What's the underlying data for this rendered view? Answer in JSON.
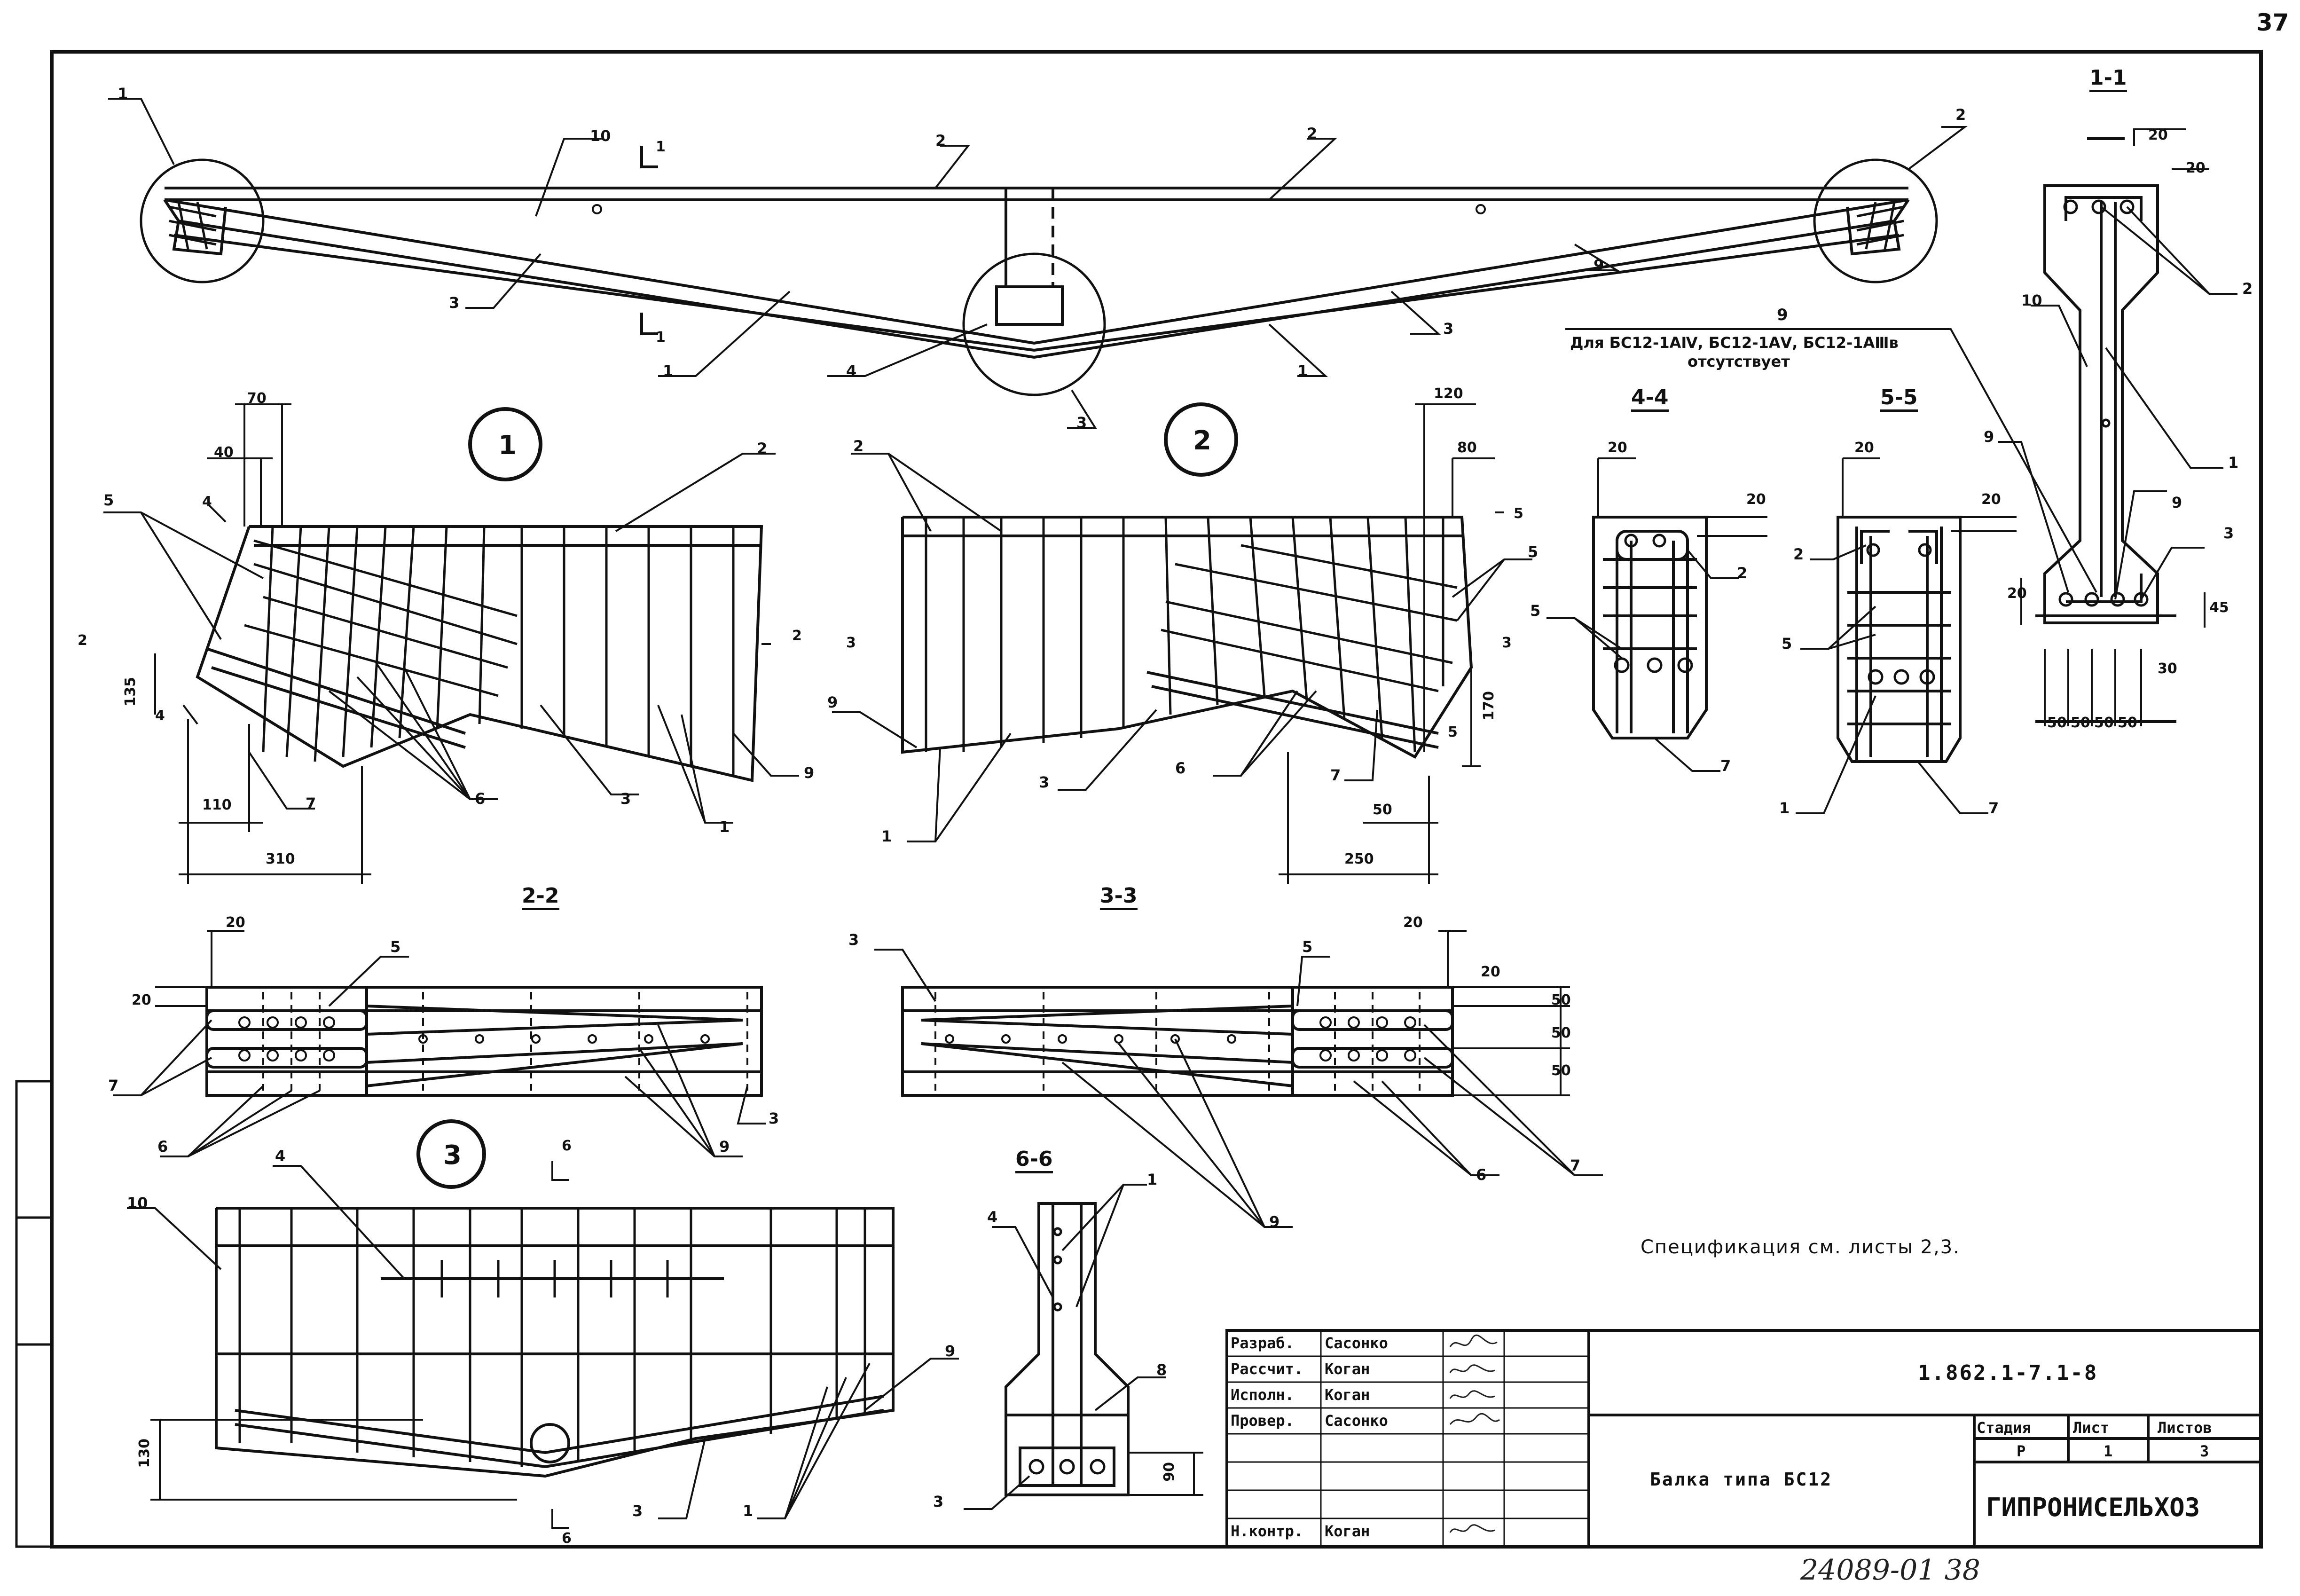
{
  "sheet_number": "37",
  "bottom_stamp": "24089-01 38",
  "spec_note": "Спецификация см. листы 2,3.",
  "note_9": {
    "number": "9",
    "line1": "Для БС12-1АⅣ, БС12-1АⅤ, БС12-1АⅢв",
    "line2": "отсутствует"
  },
  "sections": {
    "s11": "1-1",
    "s44": "4-4",
    "s55": "5-5",
    "s22": "2-2",
    "s33": "3-3",
    "s66": "6-6"
  },
  "details": {
    "d1": "1",
    "d2": "2",
    "d3": "3"
  },
  "title_block": {
    "code": "1.862.1-7.1-8",
    "title": "Балка типа БС12",
    "org": "ГИПРОНИСЕЛЬХОЗ",
    "stage_h": "Стадия",
    "sheet_h": "Лист",
    "sheets_h": "Листов",
    "stage": "Р",
    "sheet": "1",
    "sheets": "3",
    "roles": [
      "Разраб.",
      "Рассчит.",
      "Исполн.",
      "Провер.",
      "Н.контр."
    ],
    "names": [
      "Сасонко",
      "Коган",
      "Коган",
      "Сасонко",
      "Коган"
    ]
  },
  "dims": {
    "d70": "70",
    "d40": "40",
    "d135": "135",
    "d110": "110",
    "d310": "310",
    "d120": "120",
    "d80": "80",
    "d170": "170",
    "d50": "50",
    "d250": "250",
    "d20": "20",
    "d45": "45",
    "d30": "30",
    "d130": "130",
    "d90": "90"
  },
  "marks": {
    "m1": "1",
    "m2": "2",
    "m3": "3",
    "m4": "4",
    "m5": "5",
    "m6": "6",
    "m7": "7",
    "m8": "8",
    "m9": "9",
    "m10": "10"
  },
  "cut_marks": {
    "c1": "1",
    "c2": "2",
    "c3": "3",
    "c4": "4",
    "c5": "5",
    "c6": "6"
  }
}
